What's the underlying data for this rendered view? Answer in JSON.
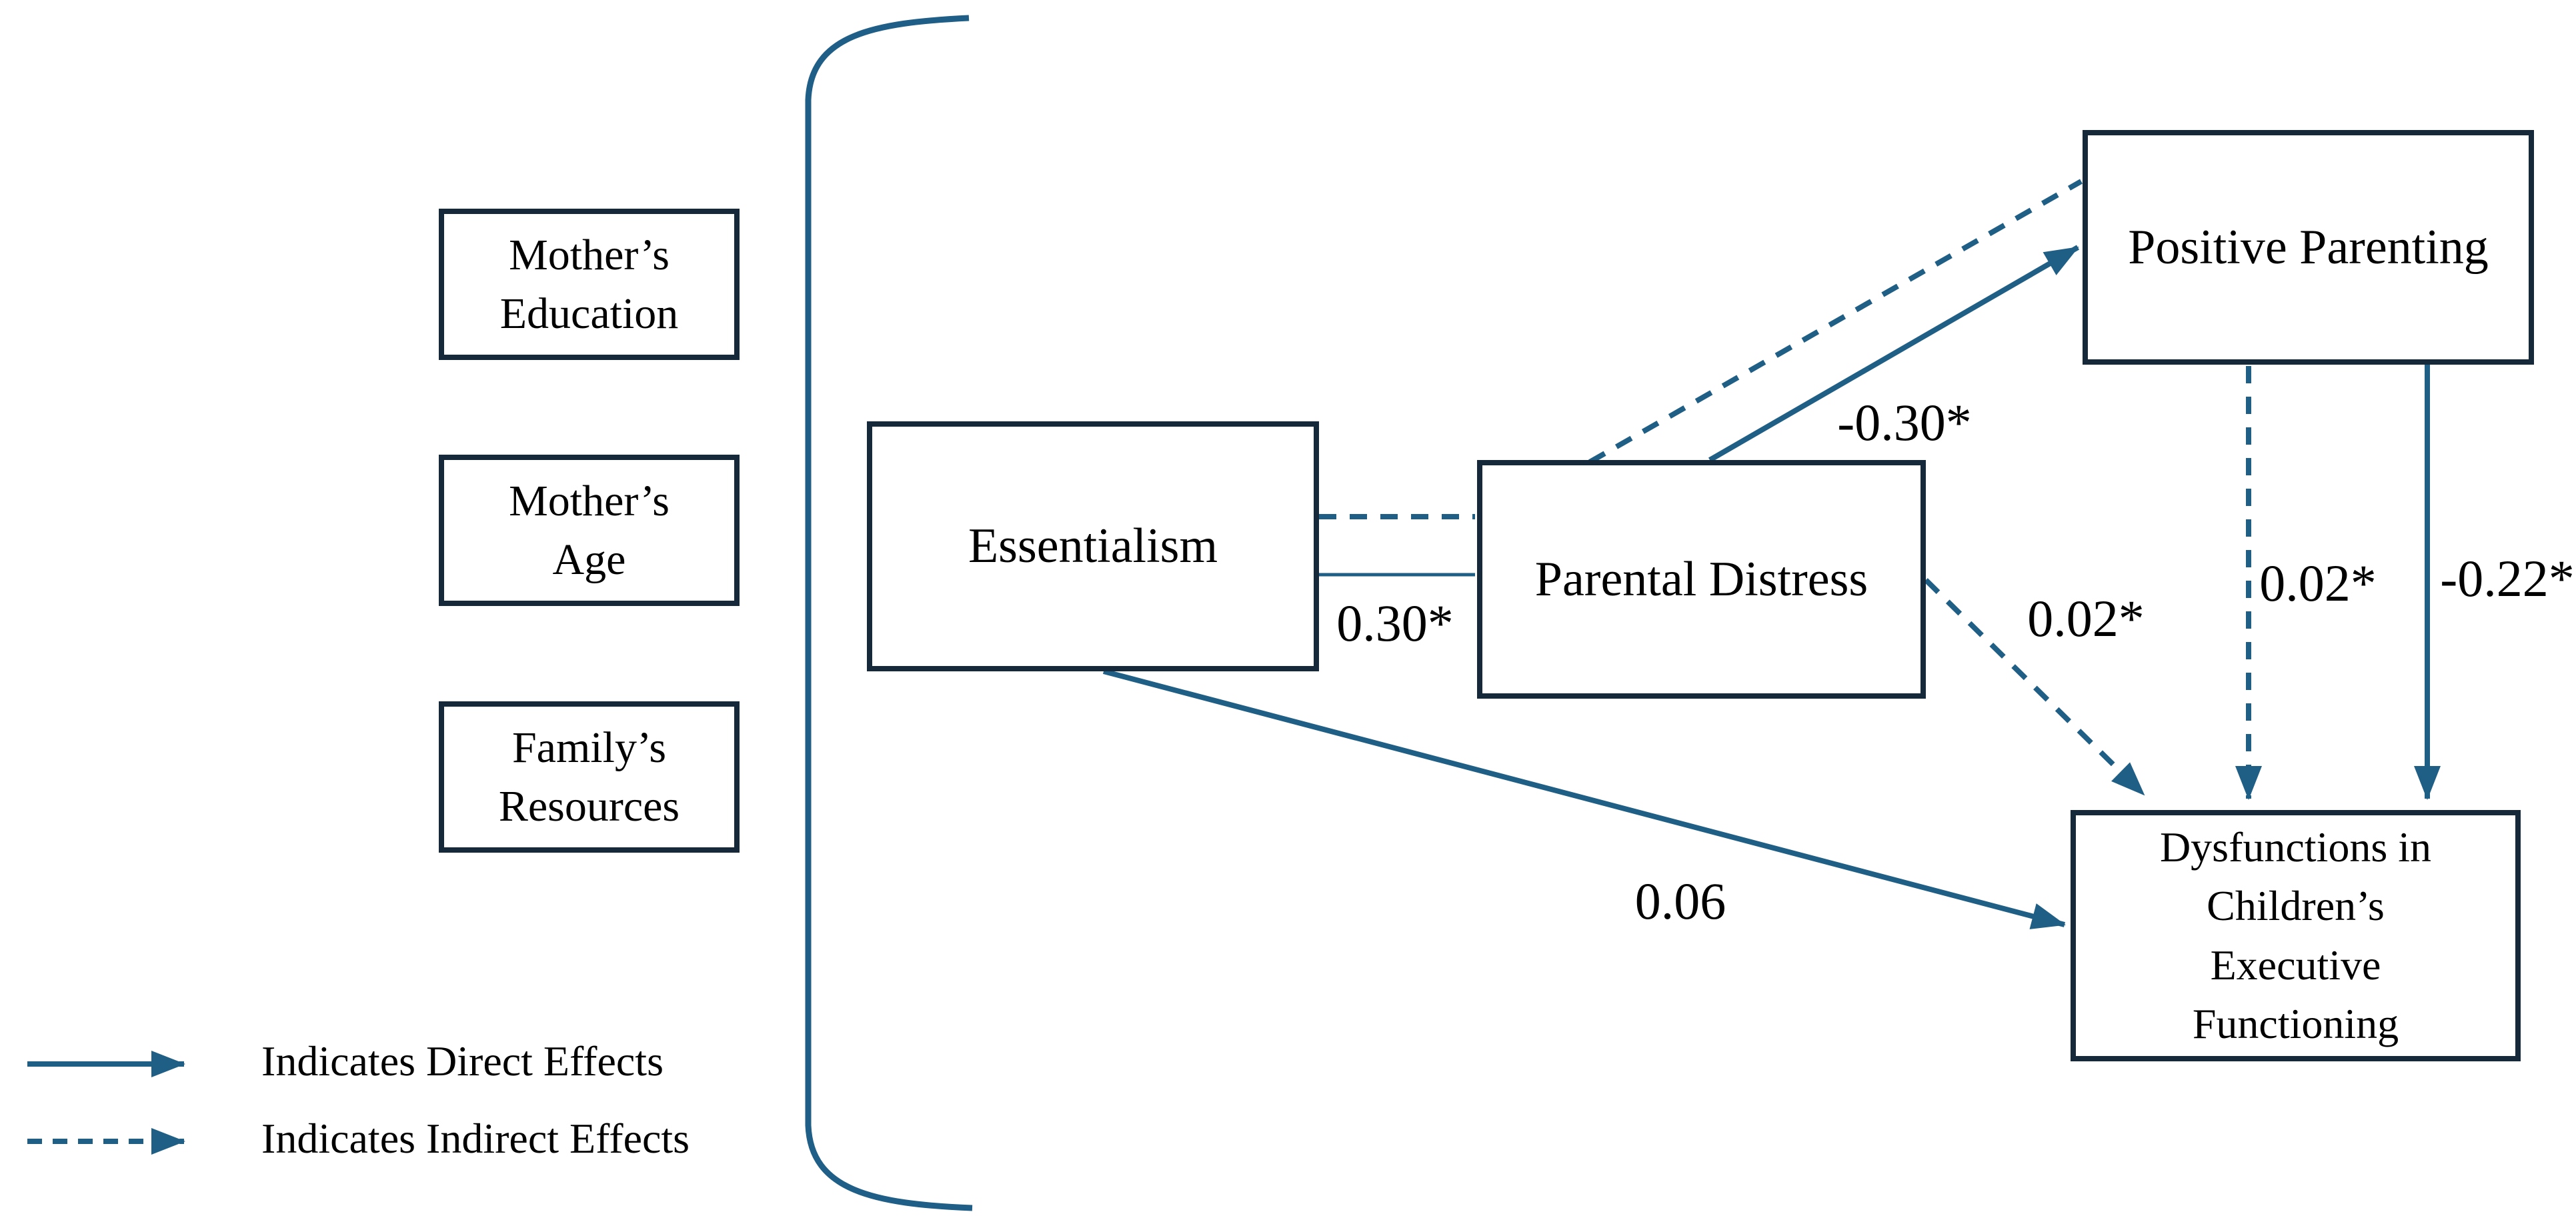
{
  "nodes": {
    "mothers_education": {
      "lines": [
        "Mother’s",
        "Education"
      ]
    },
    "mothers_age": {
      "lines": [
        "Mother’s",
        "Age"
      ]
    },
    "familys_resources": {
      "lines": [
        "Family’s",
        "Resources"
      ]
    },
    "essentialism": {
      "label": "Essentialism"
    },
    "parental_distress": {
      "label": "Parental Distress"
    },
    "positive_parenting": {
      "label": "Positive Parenting"
    },
    "dysfunctions_children_executive_functioning": {
      "lines": [
        "Dysfunctions in",
        "Children’s",
        "Executive",
        "Functioning"
      ]
    }
  },
  "coefficients": {
    "essentialism_to_parental_distress_direct": "0.30*",
    "parental_distress_to_positive_parenting_direct": "-0.30*",
    "parental_distress_to_dysfunctions_indirect": "0.02*",
    "positive_parenting_to_dysfunctions_indirect": "0.02*",
    "positive_parenting_to_dysfunctions_direct": "-0.22*",
    "essentialism_to_dysfunctions_direct": "0.06"
  },
  "legend": {
    "direct_label": "Indicates Direct Effects",
    "indirect_label": "Indicates Indirect Effects"
  },
  "colors": {
    "arrow": "#205f85",
    "box_border": "#16293a",
    "bracket": "#1f5e86",
    "text": "#000000",
    "background": "#ffffff"
  }
}
